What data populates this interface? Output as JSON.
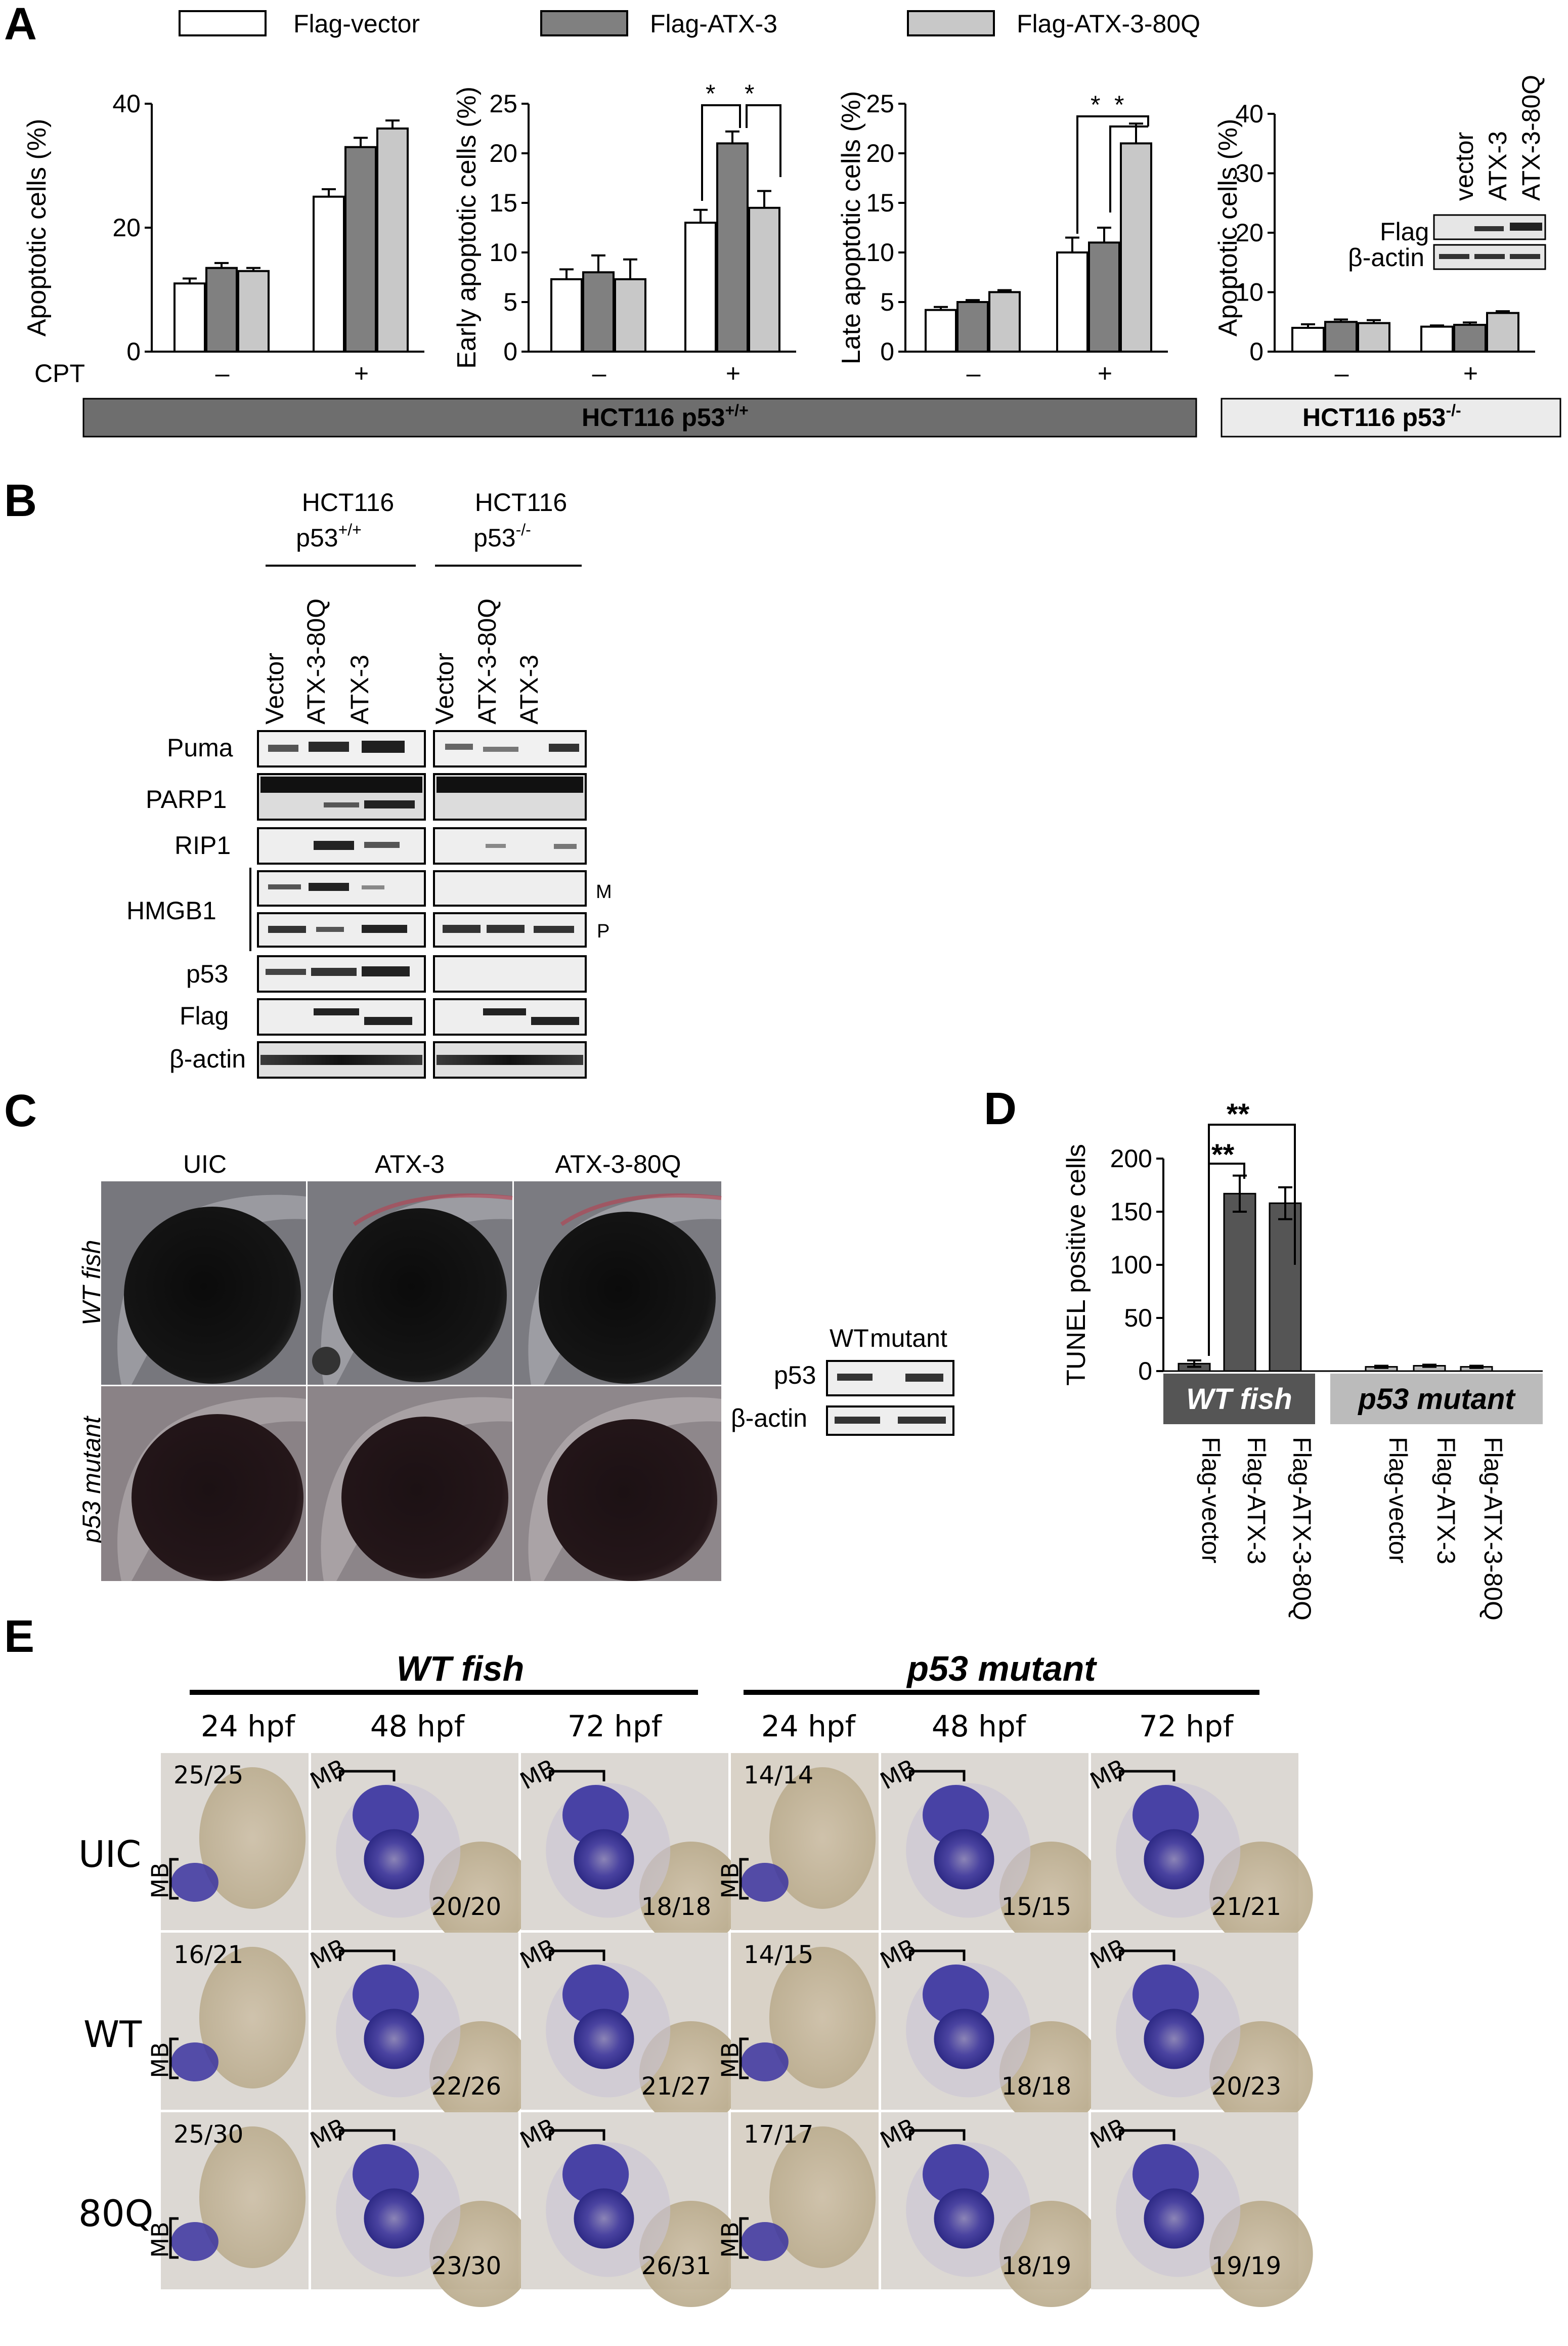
{
  "panel_letters": {
    "a": "A",
    "b": "B",
    "c": "C",
    "d": "D",
    "e": "E"
  },
  "colors": {
    "vector": "#ffffff",
    "atx3": "#808080",
    "atx3_80q": "#c8c8c8",
    "wt_bar": "#555555",
    "mut_bar": "#bbbbbb",
    "dark_box": "#6e6e6e",
    "light_box": "#ebebeb"
  },
  "legend": [
    "Flag-vector",
    "Flag-ATX-3",
    "Flag-ATX-3-80Q"
  ],
  "panelA": {
    "cpt_label": "CPT",
    "x_minus": "–",
    "x_plus": "+",
    "wt_box": "HCT116 p53",
    "wt_box_sup": "+/+",
    "ko_box": "HCT116 p53",
    "ko_box_sup": "-/-",
    "stars": "*",
    "inset": {
      "lanes": [
        "vector",
        "ATX-3",
        "ATX-3-80Q"
      ],
      "rows": [
        "Flag",
        "β-actin"
      ]
    }
  },
  "chart_data": [
    {
      "type": "bar",
      "panel": "A1",
      "categories": [
        "–",
        "+"
      ],
      "series": [
        {
          "name": "Flag-vector",
          "values": [
            11,
            25
          ],
          "errors": [
            0.8,
            1.2
          ]
        },
        {
          "name": "Flag-ATX-3",
          "values": [
            13.5,
            33
          ],
          "errors": [
            0.8,
            1.5
          ]
        },
        {
          "name": "Flag-ATX-3-80Q",
          "values": [
            13,
            36
          ],
          "errors": [
            0.5,
            1.3
          ]
        }
      ],
      "ylabel": "Apoptotic cells (%)",
      "ylim": [
        0,
        40
      ],
      "yticks": [
        0,
        20,
        40
      ]
    },
    {
      "type": "bar",
      "panel": "A2",
      "categories": [
        "–",
        "+"
      ],
      "series": [
        {
          "name": "Flag-vector",
          "values": [
            7.3,
            13
          ],
          "errors": [
            1.0,
            1.3
          ]
        },
        {
          "name": "Flag-ATX-3",
          "values": [
            8,
            21
          ],
          "errors": [
            1.7,
            1.2
          ]
        },
        {
          "name": "Flag-ATX-3-80Q",
          "values": [
            7.3,
            14.5
          ],
          "errors": [
            2.0,
            1.7
          ]
        }
      ],
      "ylabel": "Early apoptotic cells (%)",
      "ylim": [
        0,
        25
      ],
      "yticks": [
        0,
        5,
        10,
        15,
        20,
        25
      ]
    },
    {
      "type": "bar",
      "panel": "A3",
      "categories": [
        "–",
        "+"
      ],
      "series": [
        {
          "name": "Flag-vector",
          "values": [
            4.2,
            10
          ],
          "errors": [
            0.3,
            1.5
          ]
        },
        {
          "name": "Flag-ATX-3",
          "values": [
            5,
            11
          ],
          "errors": [
            0.2,
            1.5
          ]
        },
        {
          "name": "Flag-ATX-3-80Q",
          "values": [
            6,
            21
          ],
          "errors": [
            0.2,
            2.0
          ]
        }
      ],
      "ylabel": "Late apoptotic cells (%)",
      "ylim": [
        0,
        25
      ],
      "yticks": [
        0,
        5,
        10,
        15,
        20,
        25
      ]
    },
    {
      "type": "bar",
      "panel": "A4",
      "categories": [
        "–",
        "+"
      ],
      "series": [
        {
          "name": "Flag-vector",
          "values": [
            4,
            4.2
          ],
          "errors": [
            0.6,
            0.2
          ]
        },
        {
          "name": "Flag-ATX-3",
          "values": [
            5,
            4.5
          ],
          "errors": [
            0.4,
            0.4
          ]
        },
        {
          "name": "Flag-ATX-3-80Q",
          "values": [
            4.8,
            6.5
          ],
          "errors": [
            0.5,
            0.3
          ]
        }
      ],
      "ylabel": "Apoptotic cells (%)",
      "ylim": [
        0,
        40
      ],
      "yticks": [
        0,
        10,
        20,
        30,
        40
      ]
    },
    {
      "type": "bar",
      "panel": "D",
      "categories": [
        "Flag-vector",
        "Flag-ATX-3",
        "Flag-ATX-3-80Q",
        "Flag-vector",
        "Flag-ATX-3",
        "Flag-ATX-3-80Q"
      ],
      "groups": [
        "WT fish",
        "WT fish",
        "WT fish",
        "p53 mutant",
        "p53 mutant",
        "p53 mutant"
      ],
      "values": [
        7,
        167,
        158,
        4,
        5,
        4
      ],
      "errors": [
        3,
        17,
        15,
        1,
        1,
        1
      ],
      "ylabel": "TUNEL positive cells",
      "ylim": [
        0,
        200
      ],
      "yticks": [
        0,
        50,
        100,
        150,
        200
      ],
      "significance": "**"
    }
  ],
  "panelB": {
    "groups": [
      {
        "line1": "HCT116",
        "line2": "p53",
        "sup": "+/+"
      },
      {
        "line1": "HCT116",
        "line2": "p53",
        "sup": "-/-"
      }
    ],
    "lanes": [
      "Vector",
      "ATX-3-80Q",
      "ATX-3",
      "Vector",
      "ATX-3-80Q",
      "ATX-3"
    ],
    "rows": [
      "Puma",
      "PARP1",
      "RIP1",
      "HMGB1",
      "p53",
      "Flag",
      "β-actin"
    ],
    "hmgb1_marks": [
      "M",
      "P"
    ]
  },
  "panelC": {
    "columns": [
      "UIC",
      "ATX-3",
      "ATX-3-80Q"
    ],
    "rows": [
      "WT  fish",
      "p53 mutant"
    ],
    "blot_lanes": [
      "WT",
      "mutant"
    ],
    "blot_rows": [
      "p53",
      "β-actin"
    ]
  },
  "panelD": {
    "group_wt": "WT fish",
    "group_mut": "p53 mutant"
  },
  "panelE": {
    "group_wt": "WT fish",
    "group_mut": "p53 mutant",
    "stages": [
      "24 hpf",
      "48 hpf",
      "72 hpf",
      "24 hpf",
      "48 hpf",
      "72 hpf"
    ],
    "rows": [
      "UIC",
      "WT",
      "80Q"
    ],
    "mb": "MB",
    "counts": [
      [
        "25/25",
        "20/20",
        "18/18",
        "14/14",
        "15/15",
        "21/21"
      ],
      [
        "16/21",
        "22/26",
        "21/27",
        "14/15",
        "18/18",
        "20/23"
      ],
      [
        "25/30",
        "23/30",
        "26/31",
        "17/17",
        "18/19",
        "19/19"
      ]
    ]
  }
}
